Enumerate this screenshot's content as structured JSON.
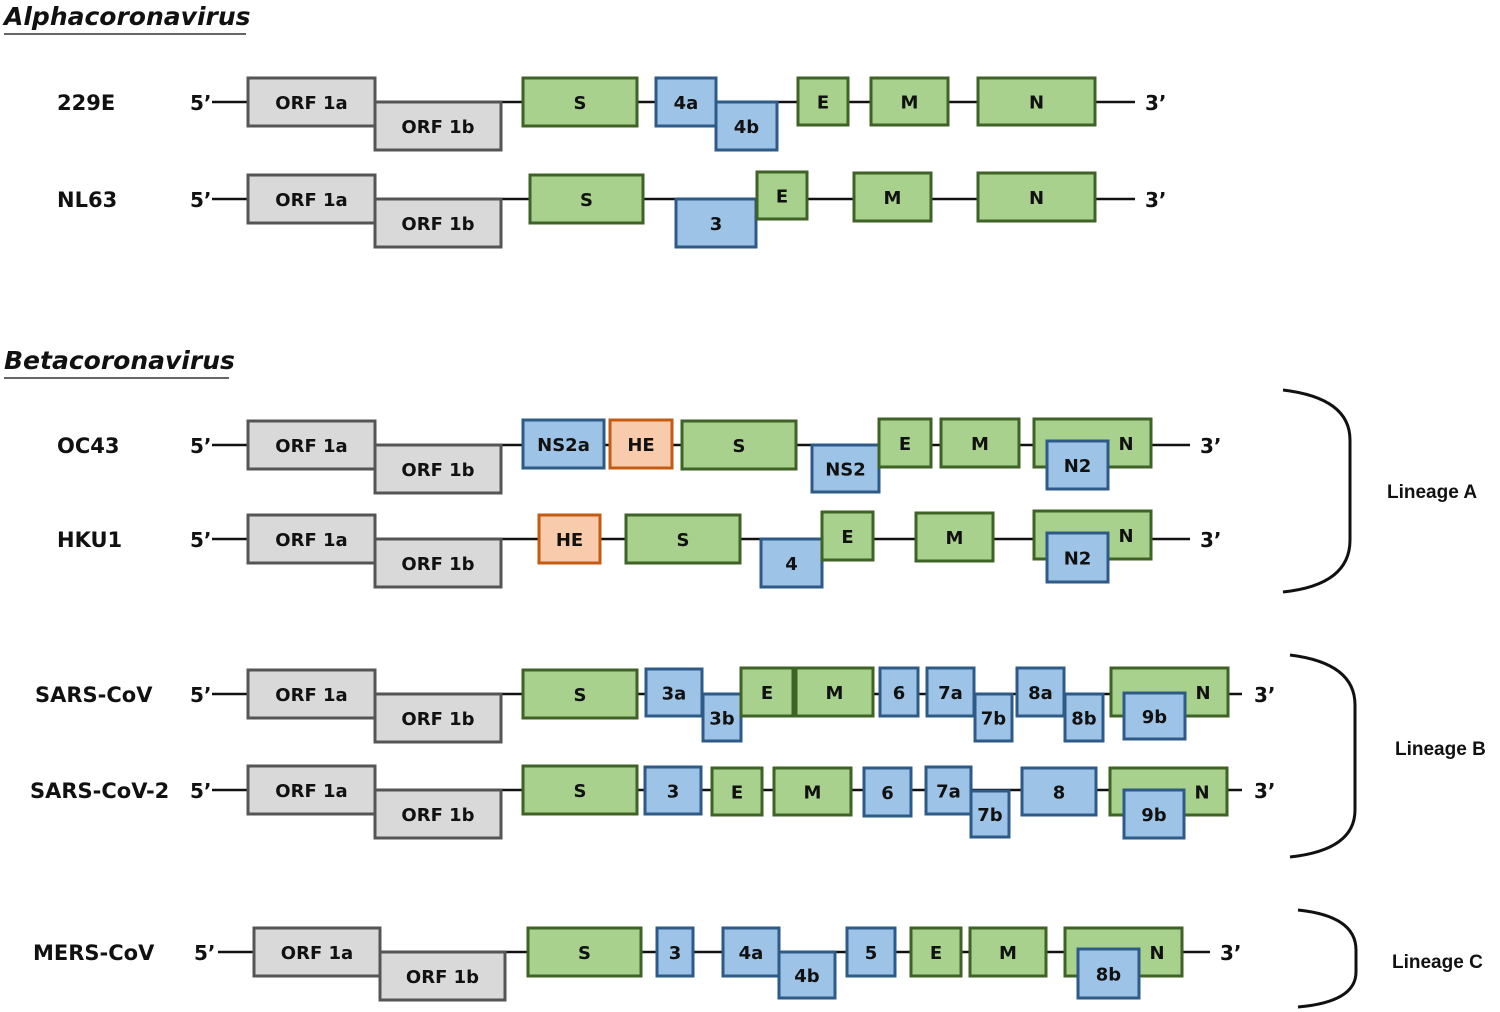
{
  "colors": {
    "orf": {
      "fill": "#d9d9d9",
      "stroke": "#555555"
    },
    "structural": {
      "fill": "#a9d18e",
      "stroke": "#3f6226"
    },
    "accessory": {
      "fill": "#9dc3e6",
      "stroke": "#2e5a87"
    },
    "he": {
      "fill": "#f8cbad",
      "stroke": "#c55a11"
    },
    "line": "#111111"
  },
  "genera": [
    {
      "name": "Alphacoronavirus"
    },
    {
      "name": "Betacoronavirus"
    }
  ],
  "end_labels": {
    "five": "5’",
    "three": "3’"
  },
  "genomes": [
    {
      "name": "229E",
      "genes": [
        {
          "label": "ORF 1a",
          "type": "orf"
        },
        {
          "label": "ORF 1b",
          "type": "orf"
        },
        {
          "label": "S",
          "type": "structural"
        },
        {
          "label": "4a",
          "type": "accessory"
        },
        {
          "label": "4b",
          "type": "accessory"
        },
        {
          "label": "E",
          "type": "structural"
        },
        {
          "label": "M",
          "type": "structural"
        },
        {
          "label": "N",
          "type": "structural"
        }
      ]
    },
    {
      "name": "NL63",
      "genes": [
        {
          "label": "ORF 1a",
          "type": "orf"
        },
        {
          "label": "ORF 1b",
          "type": "orf"
        },
        {
          "label": "S",
          "type": "structural"
        },
        {
          "label": "3",
          "type": "accessory"
        },
        {
          "label": "E",
          "type": "structural"
        },
        {
          "label": "M",
          "type": "structural"
        },
        {
          "label": "N",
          "type": "structural"
        }
      ]
    },
    {
      "name": "OC43",
      "genes": [
        {
          "label": "ORF 1a",
          "type": "orf"
        },
        {
          "label": "ORF 1b",
          "type": "orf"
        },
        {
          "label": "NS2a",
          "type": "accessory"
        },
        {
          "label": "HE",
          "type": "he"
        },
        {
          "label": "S",
          "type": "structural"
        },
        {
          "label": "NS2",
          "type": "accessory"
        },
        {
          "label": "E",
          "type": "structural"
        },
        {
          "label": "M",
          "type": "structural"
        },
        {
          "label": "N",
          "type": "structural"
        },
        {
          "label": "N2",
          "type": "accessory"
        }
      ]
    },
    {
      "name": "HKU1",
      "genes": [
        {
          "label": "ORF 1a",
          "type": "orf"
        },
        {
          "label": "ORF 1b",
          "type": "orf"
        },
        {
          "label": "HE",
          "type": "he"
        },
        {
          "label": "S",
          "type": "structural"
        },
        {
          "label": "4",
          "type": "accessory"
        },
        {
          "label": "E",
          "type": "structural"
        },
        {
          "label": "M",
          "type": "structural"
        },
        {
          "label": "N",
          "type": "structural"
        },
        {
          "label": "N2",
          "type": "accessory"
        }
      ]
    },
    {
      "name": "SARS-CoV",
      "genes": [
        {
          "label": "ORF 1a",
          "type": "orf"
        },
        {
          "label": "ORF 1b",
          "type": "orf"
        },
        {
          "label": "S",
          "type": "structural"
        },
        {
          "label": "3a",
          "type": "accessory"
        },
        {
          "label": "3b",
          "type": "accessory"
        },
        {
          "label": "E",
          "type": "structural"
        },
        {
          "label": "M",
          "type": "structural"
        },
        {
          "label": "6",
          "type": "accessory"
        },
        {
          "label": "7a",
          "type": "accessory"
        },
        {
          "label": "7b",
          "type": "accessory"
        },
        {
          "label": "8a",
          "type": "accessory"
        },
        {
          "label": "8b",
          "type": "accessory"
        },
        {
          "label": "N",
          "type": "structural"
        },
        {
          "label": "9b",
          "type": "accessory"
        }
      ]
    },
    {
      "name": "SARS-CoV-2",
      "genes": [
        {
          "label": "ORF 1a",
          "type": "orf"
        },
        {
          "label": "ORF 1b",
          "type": "orf"
        },
        {
          "label": "S",
          "type": "structural"
        },
        {
          "label": "3",
          "type": "accessory"
        },
        {
          "label": "E",
          "type": "structural"
        },
        {
          "label": "M",
          "type": "structural"
        },
        {
          "label": "6",
          "type": "accessory"
        },
        {
          "label": "7a",
          "type": "accessory"
        },
        {
          "label": "7b",
          "type": "accessory"
        },
        {
          "label": "8",
          "type": "accessory"
        },
        {
          "label": "N",
          "type": "structural"
        },
        {
          "label": "9b",
          "type": "accessory"
        }
      ]
    },
    {
      "name": "MERS-CoV",
      "genes": [
        {
          "label": "ORF 1a",
          "type": "orf"
        },
        {
          "label": "ORF 1b",
          "type": "orf"
        },
        {
          "label": "S",
          "type": "structural"
        },
        {
          "label": "3",
          "type": "accessory"
        },
        {
          "label": "4a",
          "type": "accessory"
        },
        {
          "label": "4b",
          "type": "accessory"
        },
        {
          "label": "5",
          "type": "accessory"
        },
        {
          "label": "E",
          "type": "structural"
        },
        {
          "label": "M",
          "type": "structural"
        },
        {
          "label": "N",
          "type": "structural"
        },
        {
          "label": "8b",
          "type": "accessory"
        }
      ]
    }
  ],
  "lineages": [
    {
      "label": "Lineage A"
    },
    {
      "label": "Lineage B"
    },
    {
      "label": "Lineage C"
    }
  ]
}
